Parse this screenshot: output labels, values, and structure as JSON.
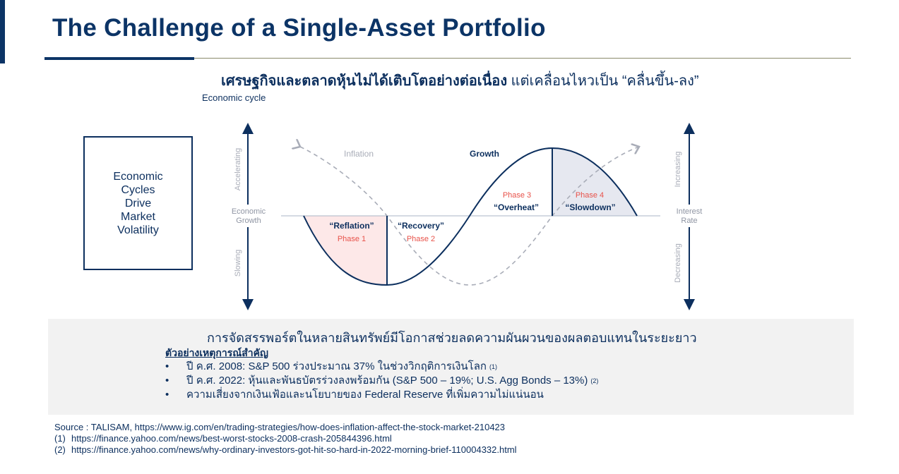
{
  "title": "The Challenge of a Single-Asset Portfolio",
  "subtitle": {
    "bold": "เศรษฐกิจและตลาดหุ้นไม่ได้เติบโตอย่างต่อเนื่อง",
    "normal": " แต่เคลื่อนไหวเป็น “คลื่นขึ้น-ลง”"
  },
  "diagram": {
    "heading": "Economic cycle",
    "box_lines": [
      "Economic",
      "Cycles",
      "Drive",
      "Market",
      "Volatility"
    ],
    "left_axis": {
      "top": "Accelerating",
      "middle": [
        "Economic",
        "Growth"
      ],
      "bottom": "Slowing"
    },
    "right_axis": {
      "top": "Increasing",
      "middle": [
        "Interest",
        "Rate"
      ],
      "bottom": "Decreasing"
    },
    "curve_labels": {
      "inflation": "Inflation",
      "growth": "Growth"
    },
    "phases": [
      {
        "name": "“Reflation”",
        "label": "Phase 1"
      },
      {
        "name": "“Recovery”",
        "label": "Phase 2"
      },
      {
        "name": "“Overheat”",
        "label": "Phase 3"
      },
      {
        "name": "“Slowdown”",
        "label": "Phase 4"
      }
    ],
    "colors": {
      "navy": "#0c2f5e",
      "phase_red": "#e8524a",
      "phase1_fill": "#fde8e8",
      "phase4_fill": "#e6e8f0",
      "dashed": "#a9adb8"
    }
  },
  "panel": {
    "heading": "การจัดสรรพอร์ตในหลายสินทรัพย์มีโอกาสช่วยลดความผันผวนของผลตอบแทนในระยะยาว",
    "subheading": "ตัวอย่างเหตุการณ์สำคัญ",
    "bullets": [
      {
        "text": "ปี ค.ศ. 2008: S&P 500 ร่วงประมาณ 37% ในช่วงวิกฤติการเงินโลก",
        "ref": "(1)"
      },
      {
        "text": "ปี ค.ศ. 2022: หุ้นและพันธบัตรร่วงลงพร้อมกัน (S&P 500 – 19%; U.S. Agg Bonds – 13%)",
        "ref": "(2)"
      },
      {
        "text": "ความเสี่ยงจากเงินเฟ้อและนโยบายของ Federal Reserve ที่เพิ่มความไม่แน่นอน",
        "ref": ""
      }
    ]
  },
  "sources": {
    "main": "Source : TALISAM, https://www.ig.com/en/trading-strategies/how-does-inflation-affect-the-stock-market-210423",
    "refs": [
      {
        "num": "(1)",
        "url": "https://finance.yahoo.com/news/best-worst-stocks-2008-crash-205844396.html"
      },
      {
        "num": "(2)",
        "url": "https://finance.yahoo.com/news/why-ordinary-investors-got-hit-so-hard-in-2022-morning-brief-110004332.html"
      }
    ]
  }
}
